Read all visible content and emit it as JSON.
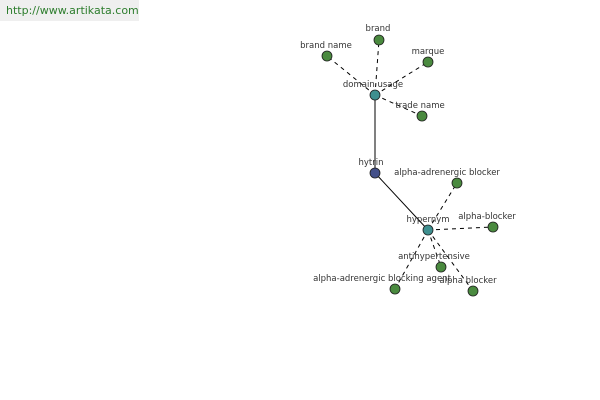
{
  "header": {
    "url_text": "http://www.artikata.com"
  },
  "colors": {
    "url_link": "#2d7d2d",
    "root_node": "#44508a",
    "hub_node": "#3e8f8f",
    "leaf_node": "#4a8a3f",
    "node_stroke": "#1e1e1e",
    "edge": "#000000"
  },
  "graph": {
    "nodes": [
      {
        "id": "hytrin",
        "label": "hytrin",
        "kind": "root"
      },
      {
        "id": "domain-usage",
        "label": "domain usage",
        "kind": "hub"
      },
      {
        "id": "brand",
        "label": "brand",
        "kind": "leaf"
      },
      {
        "id": "brand-name",
        "label": "brand name",
        "kind": "leaf"
      },
      {
        "id": "marque",
        "label": "marque",
        "kind": "leaf"
      },
      {
        "id": "trade-name",
        "label": "trade name",
        "kind": "leaf"
      },
      {
        "id": "hypernym",
        "label": "hypernym",
        "kind": "hub"
      },
      {
        "id": "alpha-adrenergic-blocker",
        "label": "alpha-adrenergic blocker",
        "kind": "leaf"
      },
      {
        "id": "alpha-blocker",
        "label": "alpha-blocker",
        "kind": "leaf"
      },
      {
        "id": "antihypertensive",
        "label": "antihypertensive",
        "kind": "leaf"
      },
      {
        "id": "alpha-adrenergic-blocking-agent",
        "label": "alpha-adrenergic blocking agent",
        "kind": "leaf"
      },
      {
        "id": "alpha-blocker-2",
        "label": "alpha blocker",
        "kind": "leaf"
      }
    ],
    "edges": [
      {
        "from": "hytrin",
        "to": "domain-usage",
        "style": "solid"
      },
      {
        "from": "hytrin",
        "to": "hypernym",
        "style": "solid"
      },
      {
        "from": "domain-usage",
        "to": "brand",
        "style": "dashed"
      },
      {
        "from": "domain-usage",
        "to": "brand-name",
        "style": "dashed"
      },
      {
        "from": "domain-usage",
        "to": "marque",
        "style": "dashed"
      },
      {
        "from": "domain-usage",
        "to": "trade-name",
        "style": "dashed"
      },
      {
        "from": "hypernym",
        "to": "alpha-adrenergic-blocker",
        "style": "dashed"
      },
      {
        "from": "hypernym",
        "to": "alpha-blocker",
        "style": "dashed"
      },
      {
        "from": "hypernym",
        "to": "antihypertensive",
        "style": "dashed"
      },
      {
        "from": "hypernym",
        "to": "alpha-adrenergic-blocking-agent",
        "style": "dashed"
      },
      {
        "from": "hypernym",
        "to": "alpha-blocker-2",
        "style": "dashed"
      }
    ]
  }
}
